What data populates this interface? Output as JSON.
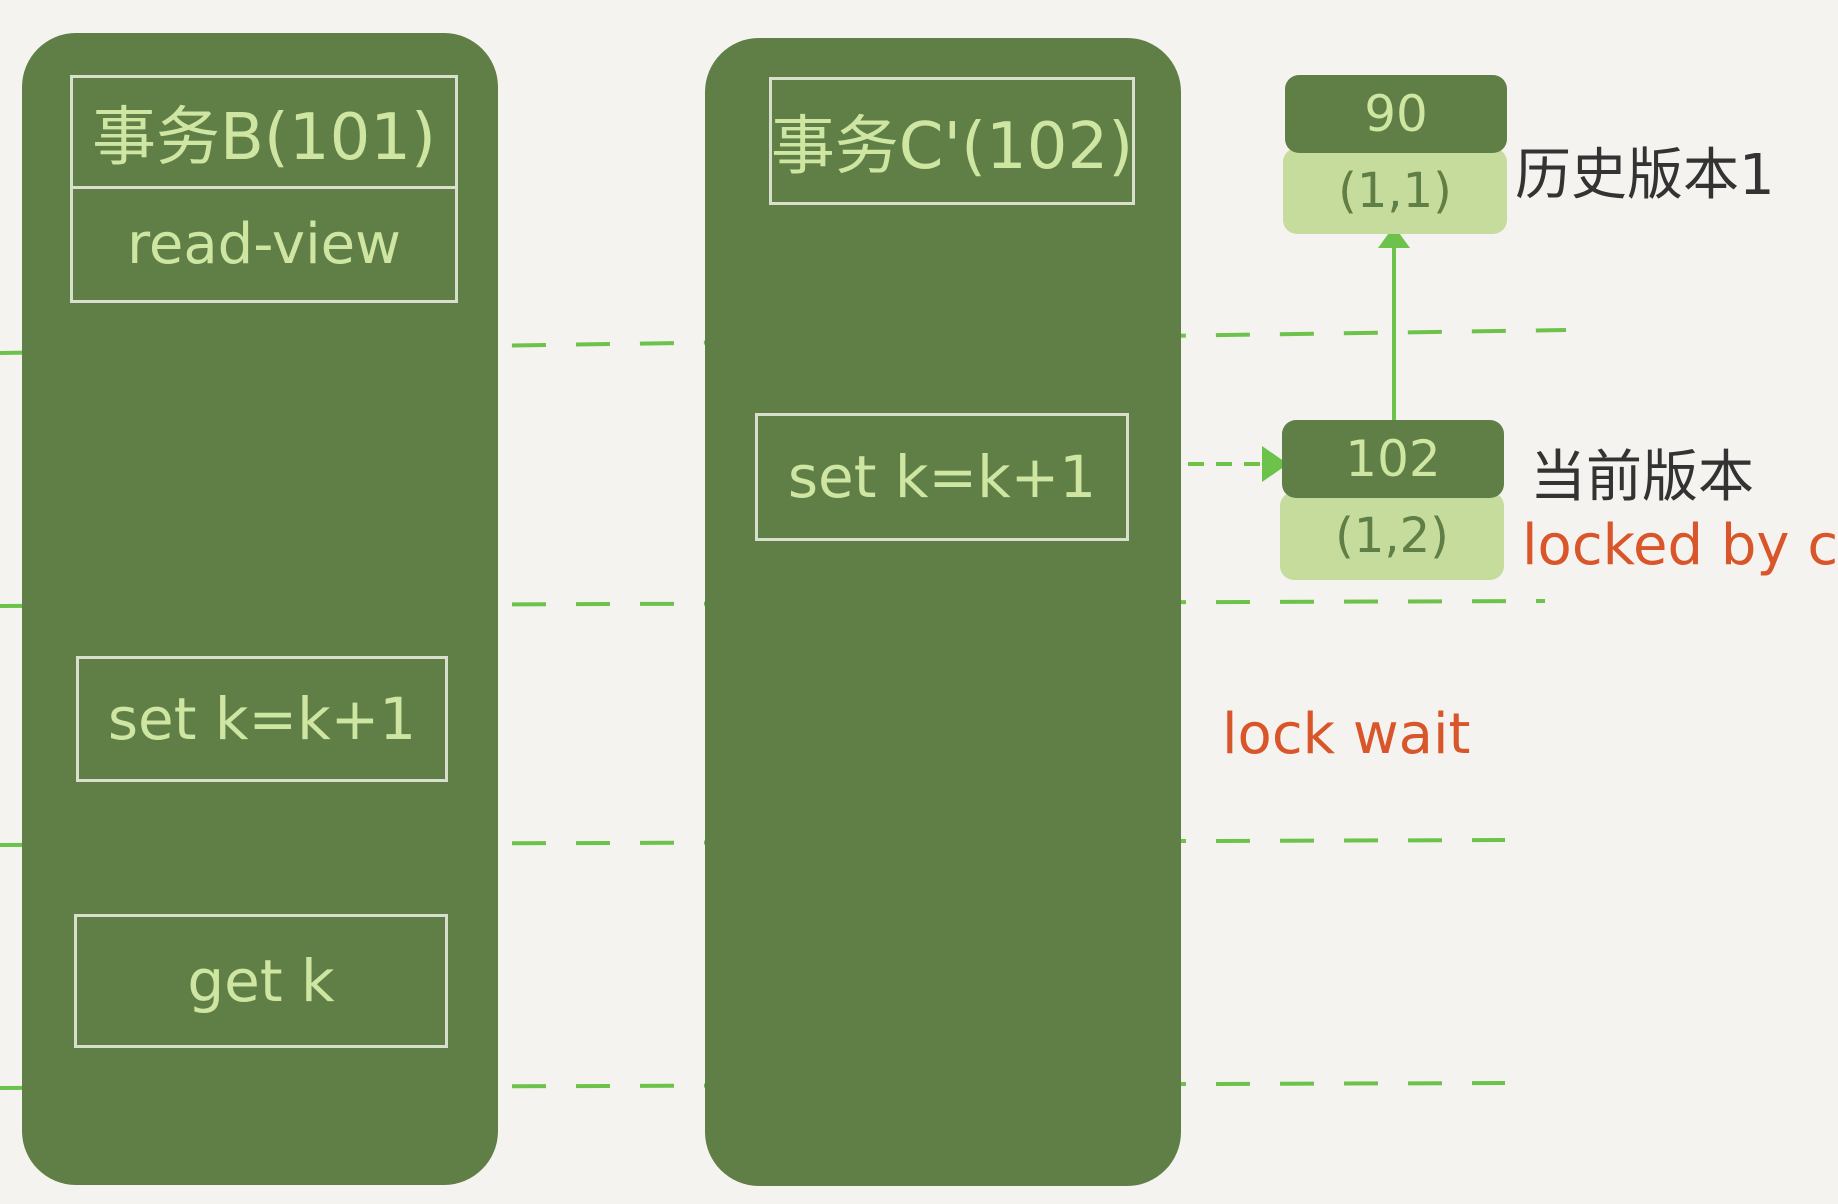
{
  "colors": {
    "background": "#f5f3ef",
    "column_fill": "#5f7f46",
    "box_text": "#cfe6a2",
    "box_border": "#d8dfcc",
    "dash_line": "#6cc24a",
    "history_fill": "#c6dc9c",
    "annotation_red": "#d9552a",
    "annotation_dark": "#333333"
  },
  "transaction_b": {
    "title": "事务B(101)",
    "read_view": "read-view",
    "step_update": "set k=k+1",
    "step_get": "get k"
  },
  "transaction_c": {
    "title": "事务C'(102)",
    "step_update": "set k=k+1"
  },
  "versions": {
    "history": {
      "value": "90",
      "row": "(1,1)",
      "label": "历史版本1"
    },
    "current": {
      "value": "102",
      "row": "(1,2)",
      "label": "当前版本",
      "lock_note": "locked by c'"
    }
  },
  "lock_wait": "lock wait"
}
